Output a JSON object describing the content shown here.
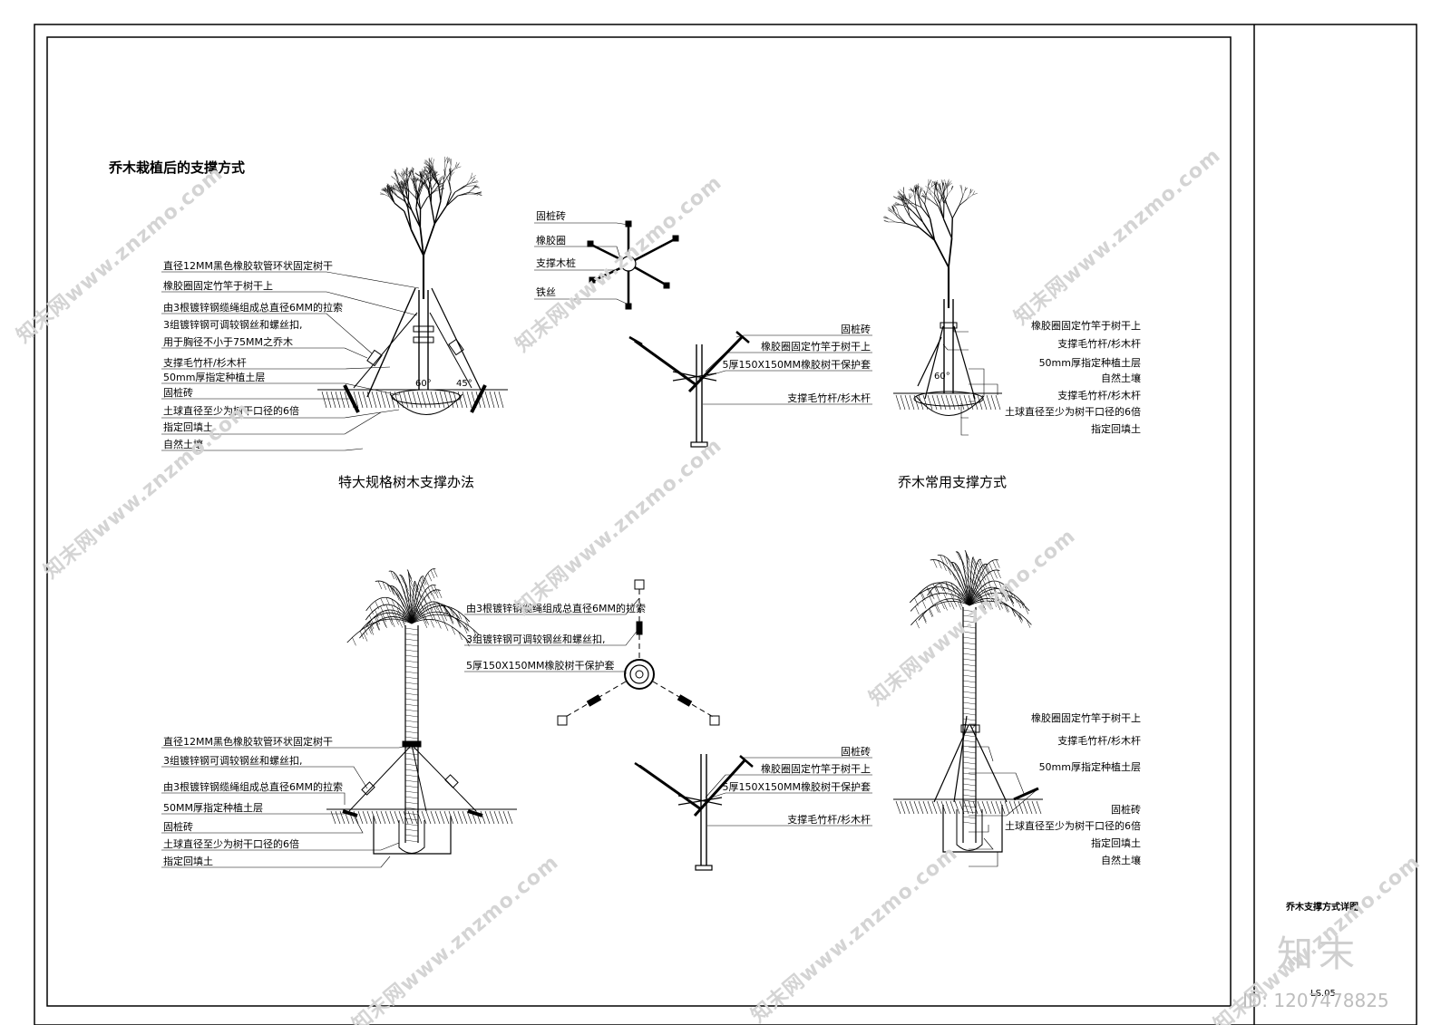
{
  "title": "乔木栽植后的支撑方式",
  "captions": {
    "large_tree": "特大规格树木支撑办法",
    "common_tree": "乔木常用支撑方式"
  },
  "labels": {
    "tl": [
      "直径12MM黑色橡胶软管环状固定树干",
      "橡胶圈固定竹竿于树干上",
      "由3根镀锌钢缆绳组成总直径6MM的拉索",
      "3组镀锌钢可调较钢丝和螺丝扣,",
      "用于胸径不小于75MM之乔木",
      "支撑毛竹杆/杉木杆",
      "50mm厚指定种植土层",
      "固桩砖",
      "土球直径至少为树干口径的6倍",
      "指定回填土",
      "自然土壤"
    ],
    "tc_plan": [
      "固桩砖",
      "橡胶圈",
      "支撑木桩",
      "铁丝"
    ],
    "tc_elev": [
      "固桩砖",
      "橡胶圈固定竹竿于树干上",
      "5厚150X150MM橡胶树干保护套",
      "支撑毛竹杆/杉木杆"
    ],
    "tr": [
      "橡胶圈固定竹竿于树干上",
      "支撑毛竹杆/杉木杆",
      "50mm厚指定种植土层",
      "自然土壤",
      "支撑毛竹杆/杉木杆",
      "土球直径至少为树干口径的6倍",
      "指定回填土"
    ],
    "bl": [
      "直径12MM黑色橡胶软管环状固定树干",
      "3组镀锌钢可调较钢丝和螺丝扣,",
      "由3根镀锌钢缆绳组成总直径6MM的拉索",
      "50MM厚指定种植土层",
      "固桩砖",
      "土球直径至少为树干口径的6倍",
      "指定回填土"
    ],
    "bc_plan": [
      "由3根镀锌钢缆绳组成总直径6MM的拉索",
      "3组镀锌钢可调较钢丝和螺丝扣,",
      "5厚150X150MM橡胶树干保护套"
    ],
    "bc_elev": [
      "固桩砖",
      "橡胶圈固定竹竿于树干上",
      "5厚150X150MM橡胶树干保护套",
      "支撑毛竹杆/杉木杆"
    ],
    "br": [
      "橡胶圈固定竹竿于树干上",
      "支撑毛竹杆/杉木杆",
      "50mm厚指定种植土层",
      "固桩砖",
      "土球直径至少为树干口径的6倍",
      "指定回填土",
      "自然土壤"
    ]
  },
  "angles": {
    "a60": "60°",
    "a45": "45°"
  },
  "title_block": {
    "name": "乔木支撑方式详图",
    "number": "LS.05"
  },
  "watermark": {
    "text": "知末网www.znzmo.com",
    "logo": "知末",
    "id": "ID: 1207478825"
  }
}
